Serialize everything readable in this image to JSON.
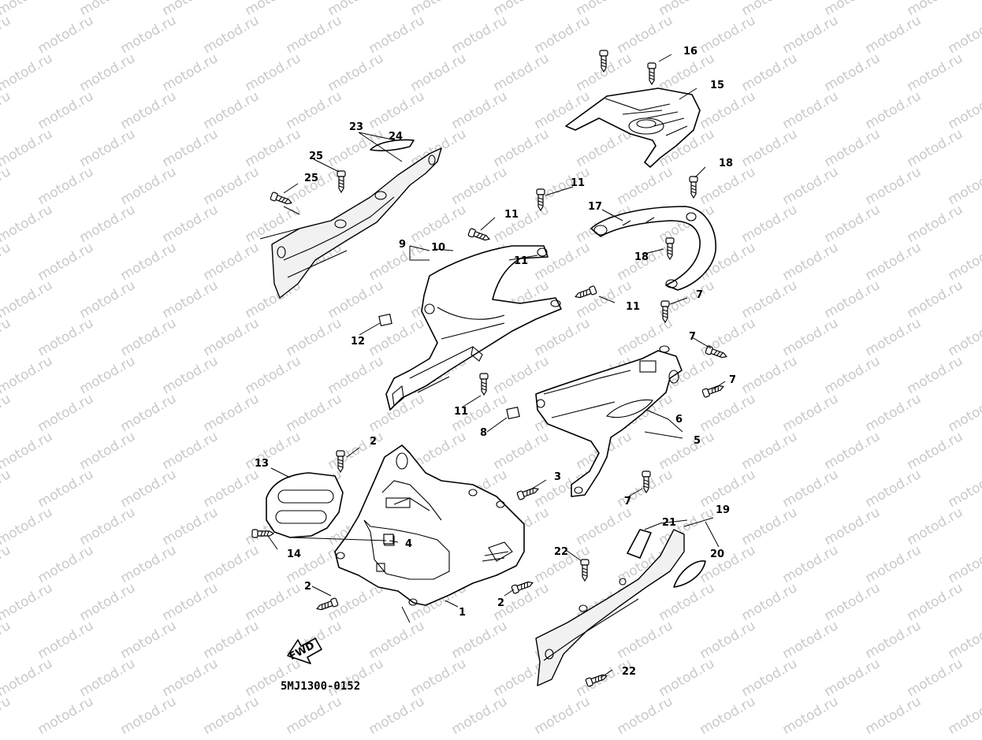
{
  "diagram": {
    "watermark_text": "motod.ru",
    "drawing_code": "5MJ1300-0152",
    "direction_arrow_label": "FWD",
    "colors": {
      "line": "#000000",
      "background": "#ffffff",
      "watermark": "#c9c9c9"
    }
  },
  "callouts": [
    "1",
    "2",
    "2",
    "2",
    "3",
    "4",
    "5",
    "6",
    "7",
    "7",
    "7",
    "7",
    "8",
    "9",
    "10",
    "11",
    "11",
    "11",
    "11",
    "11",
    "12",
    "13",
    "14",
    "15",
    "16",
    "17",
    "18",
    "18",
    "19",
    "20",
    "21",
    "22",
    "22",
    "23",
    "24",
    "25",
    "25"
  ]
}
